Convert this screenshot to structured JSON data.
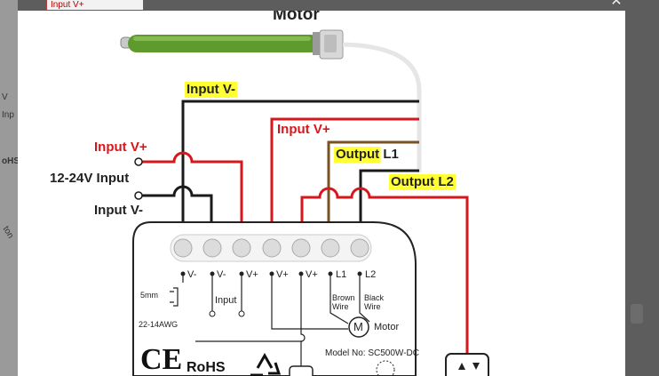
{
  "background": {
    "red_label": "Input V+",
    "fragments": [
      "V",
      "Inp",
      "oHS",
      "ton"
    ]
  },
  "dialog": {
    "close_icon": "close-icon",
    "title": "Motor",
    "labels": {
      "input_v_minus_top": "Input V-",
      "input_v_plus_mid": "Input V+",
      "output_l1": "Output L1",
      "output_l2": "Output L2",
      "input_v_plus_left": "Input V+",
      "supply": "12-24V Input",
      "input_v_minus_left": "Input V-"
    },
    "terminals": [
      "V-",
      "V-",
      "V+",
      "V+",
      "V+",
      "L1",
      "L2"
    ],
    "module": {
      "input": "Input",
      "brown_wire": "Brown\nWire",
      "black_wire": "Black\nWire",
      "motor": "Motor",
      "motor_symbol": "M",
      "strip_length": "5mm",
      "gauge": "22-14AWG",
      "model": "Model No: SC500W-DC",
      "ce": "CE",
      "rohs": "RoHS"
    },
    "colors": {
      "red_wire": "#d8171c",
      "black_wire": "#1a1a1a",
      "brown_wire": "#7a5222",
      "highlight": "#ffff33",
      "motor_tube": "#5e9a2e"
    }
  }
}
